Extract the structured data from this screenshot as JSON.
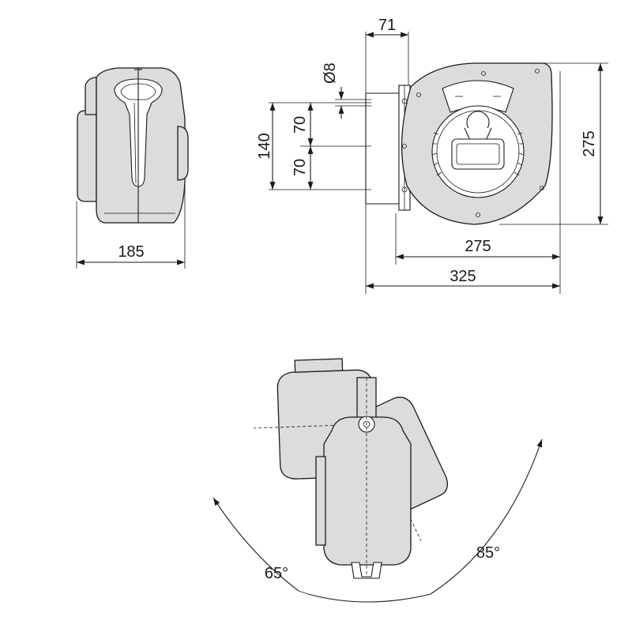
{
  "dimensions": {
    "side_width": "185",
    "bracket_offset": "71",
    "bolt_diameter": "Ø8",
    "hole_spacing_total": "140",
    "hole_spacing_upper": "70",
    "hole_spacing_lower": "70",
    "reel_height": "275",
    "reel_width": "275",
    "overall_width": "325"
  },
  "angles": {
    "left_swivel": "65°",
    "right_swivel": "85°"
  }
}
